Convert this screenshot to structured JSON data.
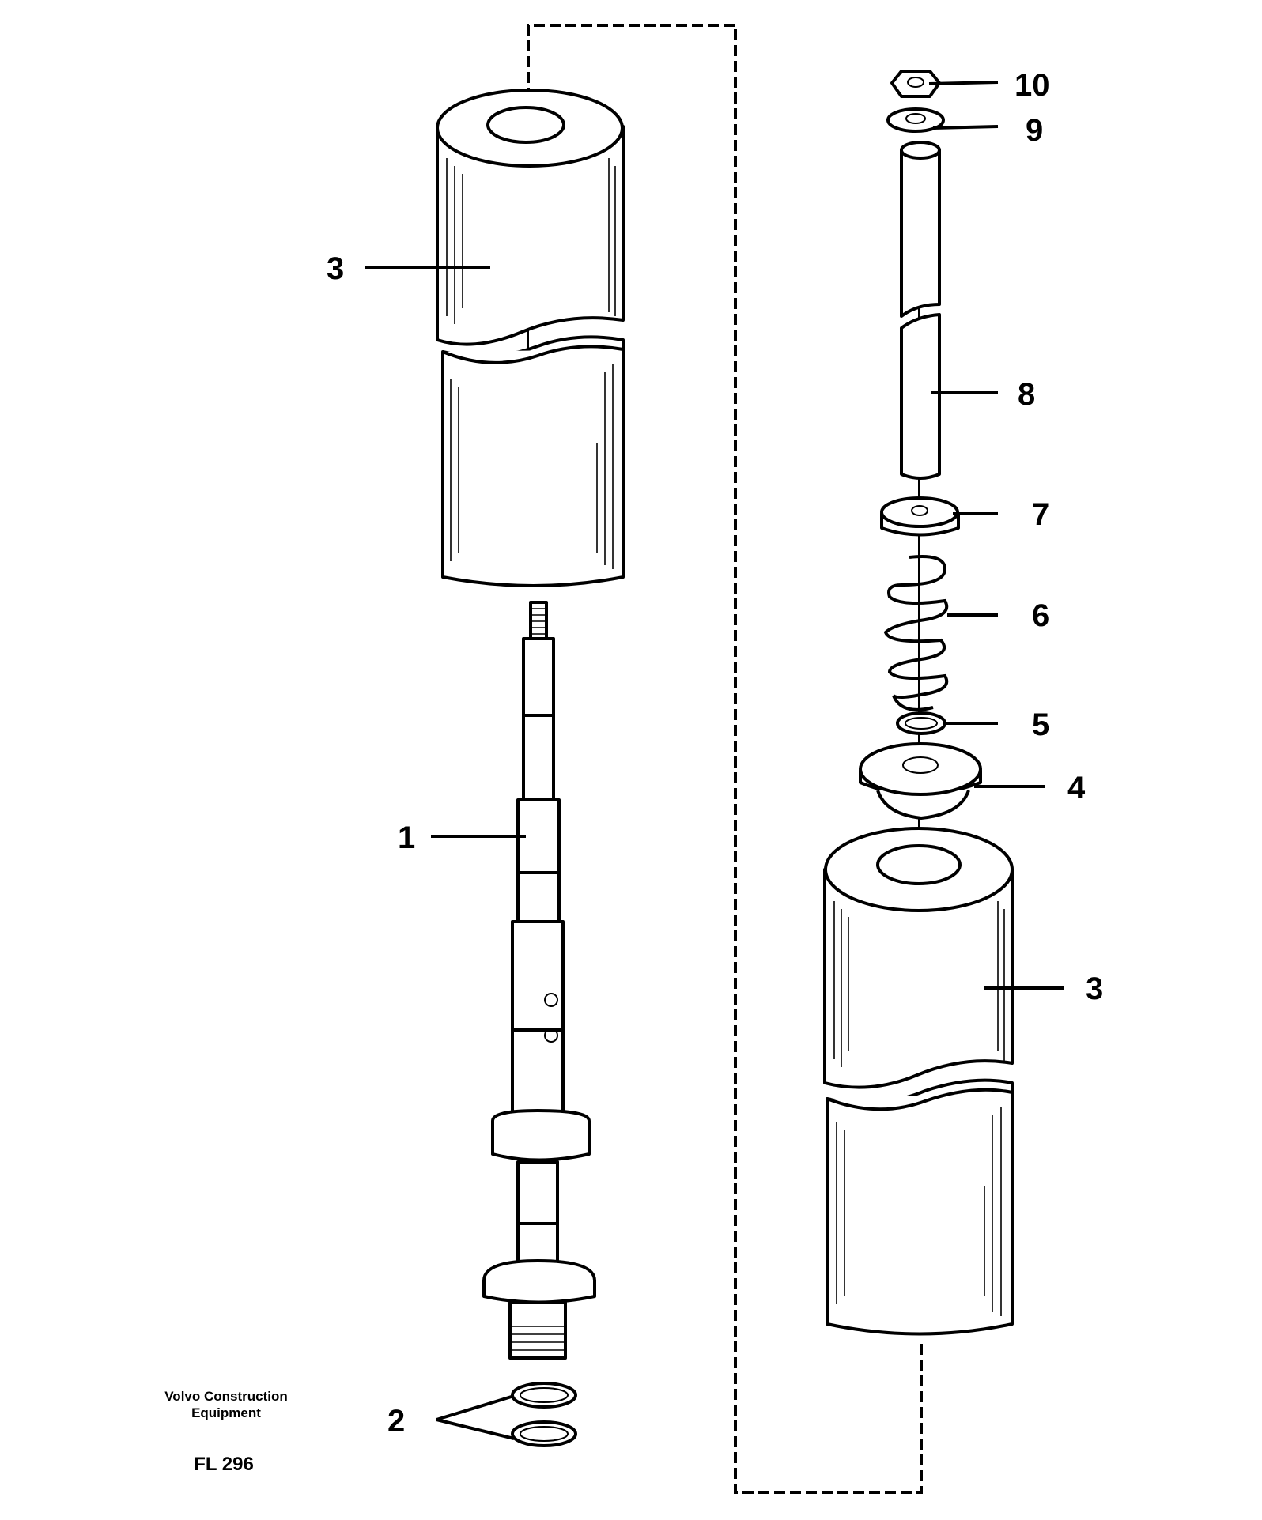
{
  "callouts": {
    "c1": "1",
    "c2": "2",
    "c3_left": "3",
    "c3_right": "3",
    "c4": "4",
    "c5": "5",
    "c6": "6",
    "c7": "7",
    "c8": "8",
    "c9": "9",
    "c10": "10"
  },
  "footer": {
    "company_line1": "Volvo Construction",
    "company_line2": "Equipment",
    "figure_code": "FL 296"
  }
}
